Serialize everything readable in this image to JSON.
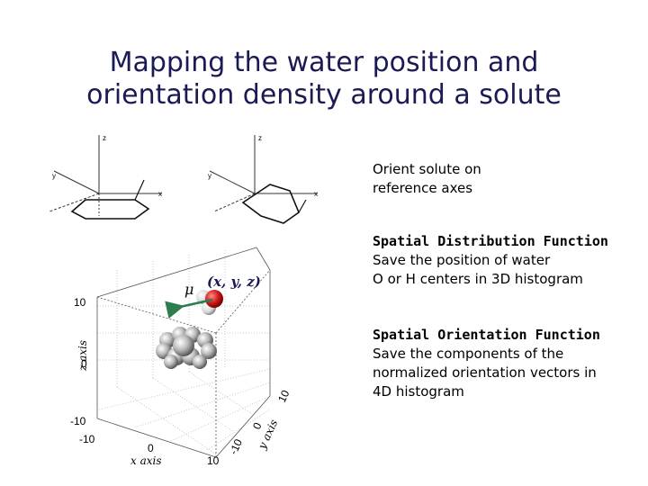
{
  "slide": {
    "title_line1": "Mapping the water position and",
    "title_line2": "orientation density around a solute"
  },
  "notes": {
    "orient": {
      "line1": "Orient solute on",
      "line2": "reference axes"
    },
    "sdf": {
      "heading": "Spatial Distribution Function",
      "line1": "Save the position of water",
      "line2": "O or H centers in 3D histogram"
    },
    "sof": {
      "heading": "Spatial Orientation Function",
      "line1": "Save the components of the",
      "line2": "normalized orientation vectors in",
      "line3": "4D histogram"
    }
  },
  "frames": {
    "left": {
      "z": "z",
      "y": "y",
      "x": "x"
    },
    "right": {
      "z": "z",
      "y": "y",
      "x": "x"
    }
  },
  "plot": {
    "mu_label": "μ",
    "position_label": "(x, y, z)",
    "z_axis_label": "z axis",
    "x_axis_label": "x axis",
    "y_axis_label": "y axis",
    "z_ticks": [
      "10",
      "0",
      "-10"
    ],
    "x_ticks": [
      "-10",
      "0",
      "10"
    ],
    "y_ticks": [
      "-10",
      "0",
      "10"
    ]
  },
  "colors": {
    "title": "#1a1a55",
    "vector": "#2e7d4f",
    "oxygen": "#d11a1a",
    "hydrogen": "#e8e8e8"
  }
}
